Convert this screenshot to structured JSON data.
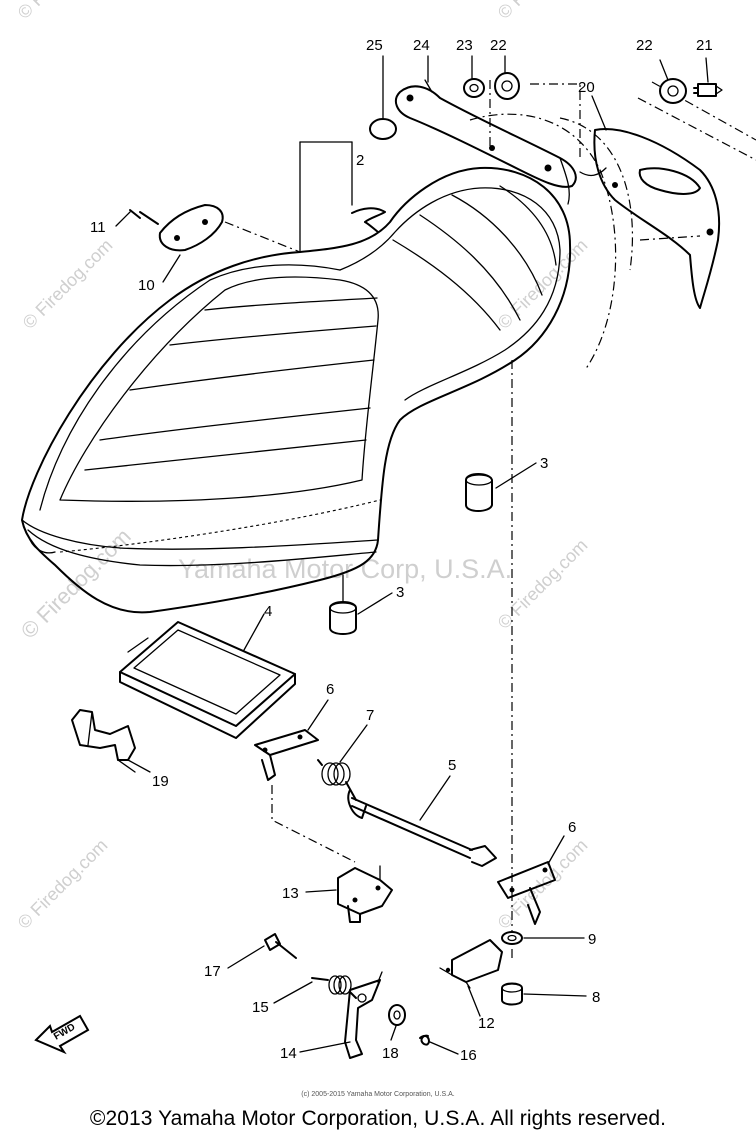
{
  "watermarks": {
    "brand": "© Firedog.com",
    "corp": "Yamaha Motor Corp, U.S.A."
  },
  "parts": [
    {
      "id": "25",
      "label": "25"
    },
    {
      "id": "24",
      "label": "24"
    },
    {
      "id": "23",
      "label": "23"
    },
    {
      "id": "22a",
      "label": "22"
    },
    {
      "id": "22b",
      "label": "22"
    },
    {
      "id": "21",
      "label": "21"
    },
    {
      "id": "20",
      "label": "20"
    },
    {
      "id": "2",
      "label": "2"
    },
    {
      "id": "11",
      "label": "11"
    },
    {
      "id": "10",
      "label": "10"
    },
    {
      "id": "3a",
      "label": "3"
    },
    {
      "id": "3b",
      "label": "3"
    },
    {
      "id": "4",
      "label": "4"
    },
    {
      "id": "6a",
      "label": "6"
    },
    {
      "id": "7",
      "label": "7"
    },
    {
      "id": "5",
      "label": "5"
    },
    {
      "id": "19",
      "label": "19"
    },
    {
      "id": "13",
      "label": "13"
    },
    {
      "id": "6b",
      "label": "6"
    },
    {
      "id": "9",
      "label": "9"
    },
    {
      "id": "17",
      "label": "17"
    },
    {
      "id": "15",
      "label": "15"
    },
    {
      "id": "8",
      "label": "8"
    },
    {
      "id": "12",
      "label": "12"
    },
    {
      "id": "14",
      "label": "14"
    },
    {
      "id": "18",
      "label": "18"
    },
    {
      "id": "16",
      "label": "16"
    }
  ],
  "fwd_label": "FWD",
  "small_copyright": "(c) 2005-2015 Yamaha Motor Corporation, U.S.A.",
  "copyright": "©2013 Yamaha Motor Corporation, U.S.A. All rights reserved."
}
